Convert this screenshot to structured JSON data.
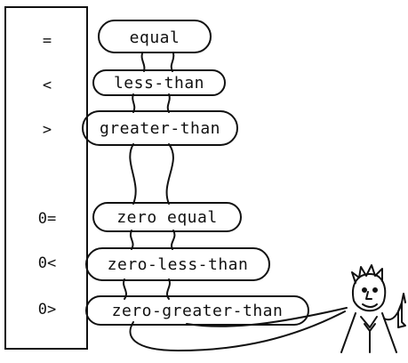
{
  "operators": [
    {
      "symbol": "=",
      "name": "equal"
    },
    {
      "symbol": "<",
      "name": "less-than"
    },
    {
      "symbol": ">",
      "name": "greater-than"
    },
    {
      "symbol": "0=",
      "name": "zero equal"
    },
    {
      "symbol": "0<",
      "name": "zero-less-than"
    },
    {
      "symbol": "0>",
      "name": "zero-greater-than"
    }
  ]
}
